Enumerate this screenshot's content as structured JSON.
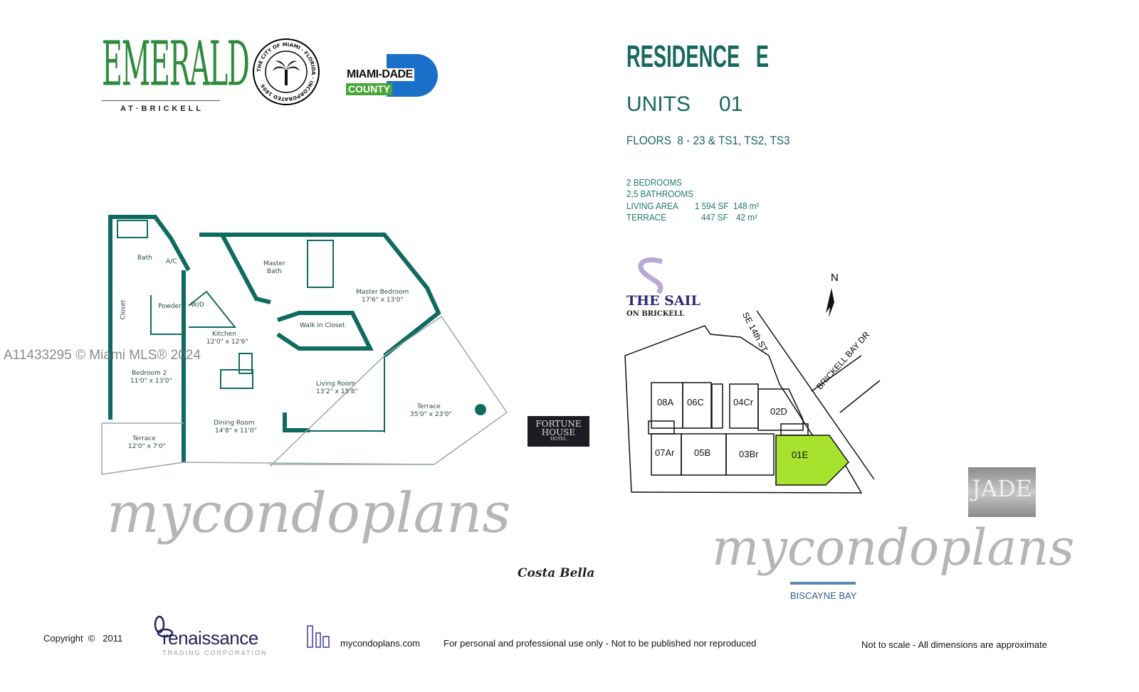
{
  "logos": {
    "emerald": {
      "title": "EMERALD",
      "subtitle": "AT·BRICKELL"
    },
    "city_seal": {
      "text": "THE CITY OF MIAMI · FLORIDA · INCORPORATED 1896"
    },
    "miami_dade": {
      "line1": "MIAMI-DADE",
      "line2": "COUNTY",
      "letter": "D"
    },
    "sail": {
      "line1": "THE SAIL",
      "line2": "ON BRICKELL"
    },
    "fortune_house": {
      "line1": "FORTUNE",
      "line2": "HOUSE",
      "line3": "HOTEL"
    },
    "jade": {
      "text": "JADE"
    },
    "renaissance": {
      "name": "renaissance",
      "sub": "TRADING CORPORATION"
    }
  },
  "header": {
    "residence": "RESIDENCE   E",
    "units_label": "UNITS",
    "units_value": "01",
    "floors": "FLOORS  8 - 23 & TS1, TS2, TS3"
  },
  "specs": {
    "bedrooms": "2 BEDROOMS",
    "bathrooms": "2,5 BATHROOMS",
    "living_label": "LIVING AREA",
    "living_sf": "1 594 SF",
    "living_m2": "148  m²",
    "terrace_label": "TERRACE",
    "terrace_sf": "447 SF",
    "terrace_m2": "42  m²"
  },
  "rooms": {
    "bath": "Bath",
    "ac": "A/C",
    "closet": "Closet",
    "powder": "Powder",
    "wd": "W/D",
    "master_bath": "Master\nBath",
    "master_bedroom": "Master Bedroom",
    "master_bedroom_dim": "17'6\" x 13'0\"",
    "walk_in_closet": "Walk in Closet",
    "kitchen": "Kitchen",
    "kitchen_dim": "12'0\" x 12'6\"",
    "bedroom2": "Bedroom 2",
    "bedroom2_dim": "11'0\" x 13'0\"",
    "living_room": "Living Room",
    "living_room_dim": "13'2\" x 15'8\"",
    "dining_room": "Dining Room",
    "dining_room_dim": "14'8\" x 11'0\"",
    "terrace_small": "Terrace",
    "terrace_small_dim": "12'0\" x 7'0\"",
    "terrace_large": "Terrace",
    "terrace_large_dim": "35'0\" x 23'0\""
  },
  "site_plan": {
    "north": "N",
    "street1": "SE 14th ST",
    "street2": "BRICKELL BAY DR",
    "units": [
      "08A",
      "06C",
      "04Cr",
      "02D",
      "07Ar",
      "05B",
      "03Br",
      "01E"
    ],
    "highlight_unit": "01E",
    "highlight_color": "#a6e22e",
    "costa_bella": "Costa Bella",
    "biscayne_bay": "BISCAYNE BAY"
  },
  "watermarks": {
    "mls": "A11433295 © Miami MLS® 2024",
    "mycondoplans": "mycondoplans"
  },
  "footer": {
    "copyright": "Copyright  ©   2011",
    "site": "mycondoplans.com",
    "notice": "For personal and professional use only - Not to be published nor reproduced",
    "scale": "Not to scale - All dimensions are approximate"
  },
  "colors": {
    "wall": "#0f6b5f",
    "header": "#17695f",
    "emerald": "#2e8b3e"
  }
}
